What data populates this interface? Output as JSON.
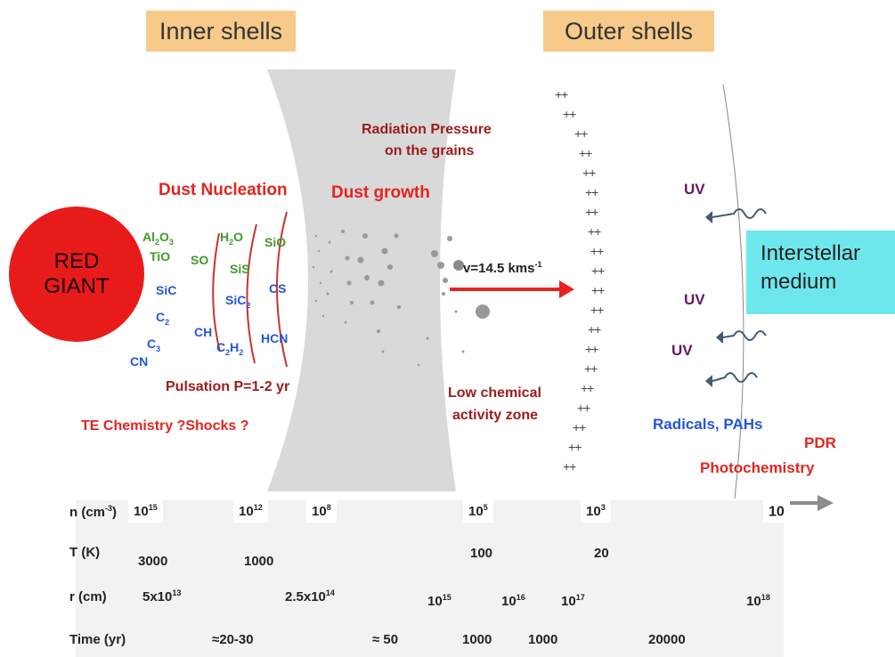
{
  "headers": {
    "inner": "Inner shells",
    "outer": "Outer shells"
  },
  "star": {
    "line1": "RED",
    "line2": "GIANT"
  },
  "labels": {
    "dust_nucleation": "Dust Nucleation",
    "dust_growth": "Dust growth",
    "radiation_pressure_1": "Radiation Pressure",
    "radiation_pressure_2": "on the grains",
    "velocity": "v=14.5 kms",
    "velocity_exp": "-1",
    "pulsation": "Pulsation P=1-2 yr",
    "te_chemistry": "TE Chemistry ?Shocks ?",
    "low_chem_1": "Low chemical",
    "low_chem_2": "activity zone",
    "uv": "UV",
    "radicals": "Radicals, PAHs",
    "pdr": "PDR",
    "photochemistry": "Photochemistry",
    "ism_1": "Interstellar",
    "ism_2": "medium"
  },
  "molecules": {
    "al2o3": "Al2O3",
    "tio": "TiO",
    "sic": "SiC",
    "c2": "C2",
    "c3": "C3",
    "cn": "CN",
    "so": "SO",
    "h2o": "H2O",
    "sis": "SiS",
    "sic2": "SiC2",
    "ch": "CH",
    "c2h2": "C2H2",
    "sio": "SiO",
    "cs": "CS",
    "hcn": "HCN"
  },
  "plus_marker": "++",
  "colors": {
    "red_giant": "#e81b1b",
    "ism_box": "#6ee7ec",
    "header": "#f7c98a",
    "shell": "#d9d9d9",
    "arrow": "#e52420"
  },
  "table": {
    "density_label": "n (cm",
    "density_label_exp": "-3",
    "density_label_end": ")",
    "density": [
      {
        "base": "10",
        "exp": "15"
      },
      {
        "base": "10",
        "exp": "12"
      },
      {
        "base": "10",
        "exp": "8"
      },
      {
        "base": "10",
        "exp": "5"
      },
      {
        "base": "10",
        "exp": "3"
      },
      {
        "base": "10",
        "exp": ""
      }
    ],
    "temp_label": "T (K)",
    "temp": [
      "3000",
      "1000",
      "100",
      "20"
    ],
    "radius_label": "r (cm)",
    "radius": [
      {
        "base": "5x10",
        "exp": "13"
      },
      {
        "base": "2.5x10",
        "exp": "14"
      },
      {
        "base": "10",
        "exp": "15"
      },
      {
        "base": "10",
        "exp": "16"
      },
      {
        "base": "10",
        "exp": "17"
      },
      {
        "base": "10",
        "exp": "18"
      }
    ],
    "time_label": "Time (yr)",
    "time": [
      "≈20-30",
      "≈ 50",
      "1000",
      "1000",
      "20000"
    ]
  }
}
